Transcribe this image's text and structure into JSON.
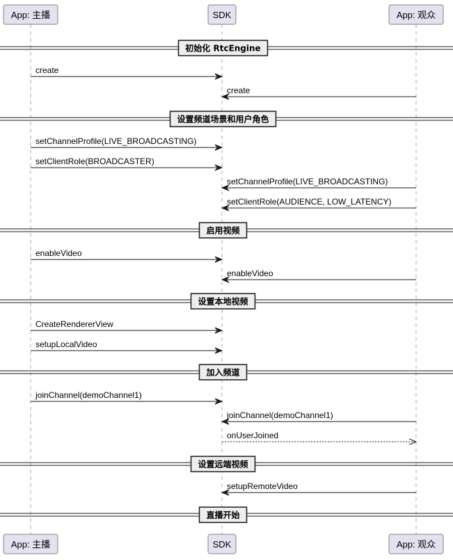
{
  "participants": [
    {
      "id": "host",
      "label": "App: 主播"
    },
    {
      "id": "sdk",
      "label": "SDK"
    },
    {
      "id": "audience",
      "label": "App: 观众"
    }
  ],
  "steps": [
    {
      "kind": "divider",
      "label": "初始化 RtcEngine"
    },
    {
      "kind": "message",
      "from": "host",
      "to": "sdk",
      "label": "create",
      "style": "solid"
    },
    {
      "kind": "message",
      "from": "audience",
      "to": "sdk",
      "label": "create",
      "style": "solid"
    },
    {
      "kind": "divider",
      "label": "设置频道场景和用户角色"
    },
    {
      "kind": "message",
      "from": "host",
      "to": "sdk",
      "label": "setChannelProfile(LIVE_BROADCASTING)",
      "style": "solid"
    },
    {
      "kind": "message",
      "from": "host",
      "to": "sdk",
      "label": "setClientRole(BROADCASTER)",
      "style": "solid"
    },
    {
      "kind": "message",
      "from": "audience",
      "to": "sdk",
      "label": "setChannelProfile(LIVE_BROADCASTING)",
      "style": "solid"
    },
    {
      "kind": "message",
      "from": "audience",
      "to": "sdk",
      "label": "setClientRole(AUDIENCE, LOW_LATENCY)",
      "style": "solid"
    },
    {
      "kind": "divider",
      "label": "启用视频"
    },
    {
      "kind": "message",
      "from": "host",
      "to": "sdk",
      "label": "enableVideo",
      "style": "solid"
    },
    {
      "kind": "message",
      "from": "audience",
      "to": "sdk",
      "label": "enableVideo",
      "style": "solid"
    },
    {
      "kind": "divider",
      "label": "设置本地视频"
    },
    {
      "kind": "message",
      "from": "host",
      "to": "sdk",
      "label": "CreateRendererView",
      "style": "solid"
    },
    {
      "kind": "message",
      "from": "host",
      "to": "sdk",
      "label": "setupLocalVideo",
      "style": "solid"
    },
    {
      "kind": "divider",
      "label": "加入频道"
    },
    {
      "kind": "message",
      "from": "host",
      "to": "sdk",
      "label": "joinChannel(demoChannel1)",
      "style": "solid"
    },
    {
      "kind": "message",
      "from": "audience",
      "to": "sdk",
      "label": "joinChannel(demoChannel1)",
      "style": "solid"
    },
    {
      "kind": "message",
      "from": "sdk",
      "to": "audience",
      "label": "onUserJoined",
      "style": "dashed"
    },
    {
      "kind": "divider",
      "label": "设置远端视频"
    },
    {
      "kind": "message",
      "from": "audience",
      "to": "sdk",
      "label": "setupRemoteVideo",
      "style": "solid"
    },
    {
      "kind": "divider",
      "label": "直播开始"
    }
  ]
}
